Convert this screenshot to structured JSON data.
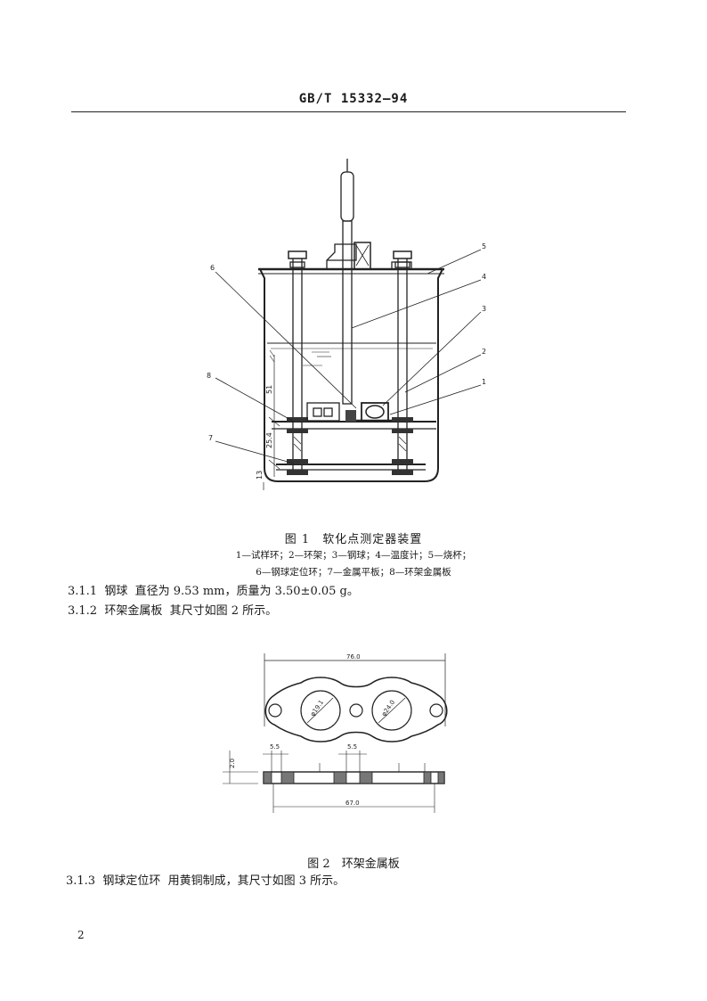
{
  "header": {
    "standard_number": "GB/T 15332—94"
  },
  "figure1": {
    "callouts": [
      "1",
      "2",
      "3",
      "4",
      "5",
      "6",
      "7",
      "8"
    ],
    "dimensions": {
      "upper": "51",
      "middle": "25.4",
      "bottom": "13"
    },
    "caption": "图 1　软化点测定器装置",
    "legend_line1": "1—试样环；2—环架；3—钢球；4—温度计；5—烧杯；",
    "legend_line2": "6—钢球定位环；7—金属平板；8—环架金属板"
  },
  "para_3_1_1": {
    "text": "3.1.1  钢球  直径为 9.53 mm，质量为 3.50±0.05 g。"
  },
  "para_3_1_2": {
    "text": "3.1.2  环架金属板  其尺寸如图 2 所示。"
  },
  "figure2": {
    "dimensions": {
      "overall_width": "76.0",
      "small_hole_dia": "φ19.1",
      "large_hole_dia": "φ24.0",
      "thickness": "2.0",
      "rim_left": "5.5",
      "rim_right": "5.5",
      "span": "67.0"
    },
    "caption": "图 2　环架金属板"
  },
  "para_3_1_3": {
    "text": "3.1.3  钢球定位环  用黄铜制成，其尺寸如图 3 所示。"
  },
  "page": {
    "number": "2"
  }
}
